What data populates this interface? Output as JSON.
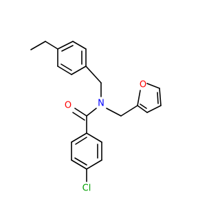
{
  "molecule": {
    "atoms": [
      {
        "label": "O",
        "color": "#ff0000",
        "role": "carbonyl-oxygen"
      },
      {
        "label": "N",
        "color": "#0000ff",
        "role": "amide-nitrogen"
      },
      {
        "label": "O",
        "color": "#ff0000",
        "role": "furan-oxygen"
      },
      {
        "label": "Cl",
        "color": "#00a000",
        "role": "chlorine"
      }
    ],
    "bond_color": "#000000",
    "background": "#ffffff"
  }
}
